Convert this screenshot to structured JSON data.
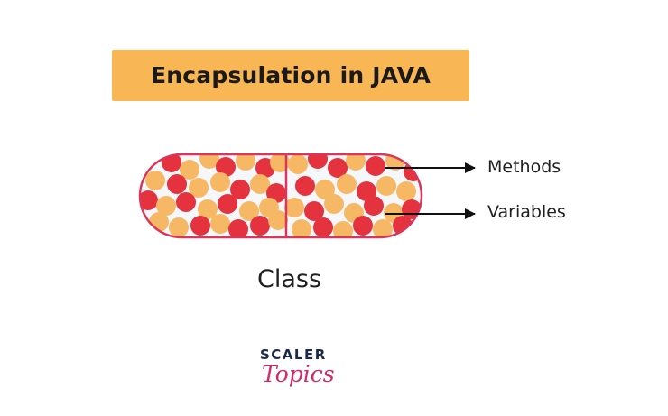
{
  "title": "Encapsulation in JAVA",
  "labels": {
    "methods": "Methods",
    "variables": "Variables",
    "class": "Class"
  },
  "logo": {
    "top": "SCALER",
    "bottom": "Topics"
  },
  "colors": {
    "title_background": "#f8b655",
    "capsule_outline": "#d9365a",
    "capsule_fill": "#f6f7fb",
    "dot_red": "#e5323f",
    "dot_orange": "#f7b866",
    "arrow": "#111111",
    "logo_top": "#1c2a4a",
    "logo_bottom": "#d12a6a"
  }
}
